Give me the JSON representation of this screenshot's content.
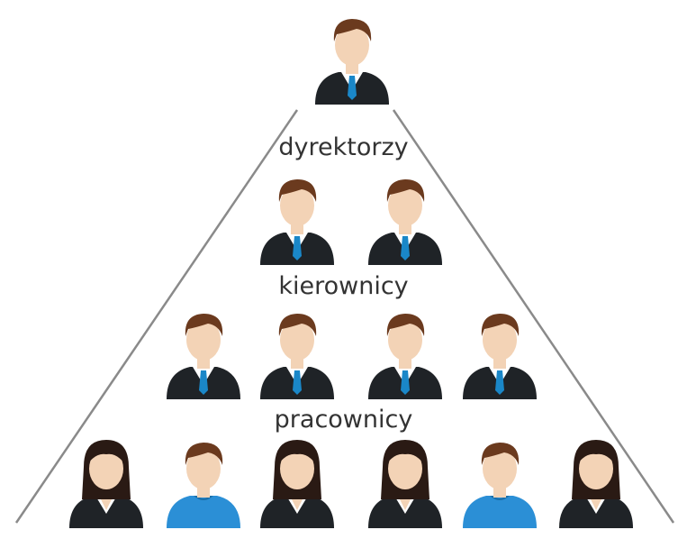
{
  "levels": [
    {
      "label": "dyrektorzy"
    },
    {
      "label": "kierownicy"
    },
    {
      "label": "pracownicy"
    }
  ],
  "rows": [
    {
      "people": [
        {
          "type": "man-suit"
        }
      ]
    },
    {
      "people": [
        {
          "type": "man-suit"
        },
        {
          "type": "man-suit"
        }
      ]
    },
    {
      "people": [
        {
          "type": "man-suit"
        },
        {
          "type": "man-suit"
        },
        {
          "type": "man-suit"
        },
        {
          "type": "man-suit"
        }
      ]
    },
    {
      "people": [
        {
          "type": "woman-suit"
        },
        {
          "type": "man-casual"
        },
        {
          "type": "woman-suit"
        },
        {
          "type": "woman-suit"
        },
        {
          "type": "man-casual"
        },
        {
          "type": "woman-suit"
        }
      ]
    }
  ],
  "colors": {
    "pyramid_line": "#8a8a8a",
    "label_text": "#333333",
    "suit": "#1f2327",
    "tie": "#1a87c8",
    "casual_shirt": "#2b8fd6",
    "hair_brown": "#6b3a1e",
    "hair_dark": "#2a1a14",
    "skin": "#f3d3b6"
  }
}
